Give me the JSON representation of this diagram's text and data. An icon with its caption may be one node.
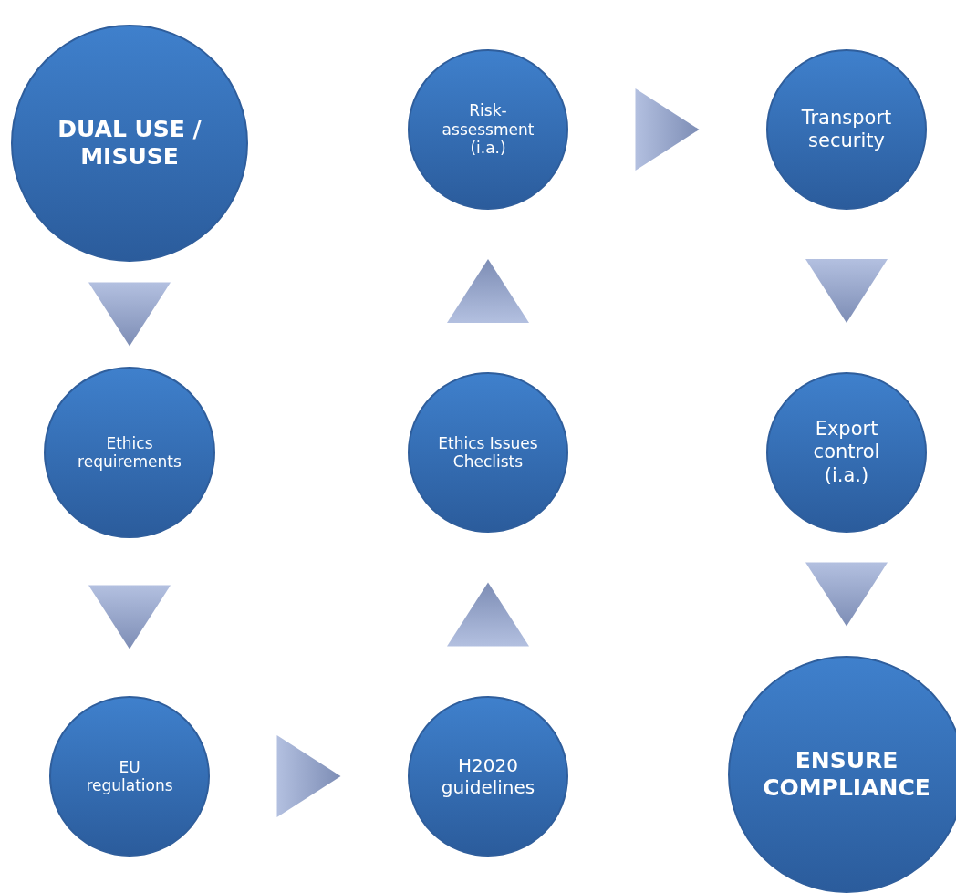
{
  "diagram": {
    "nodes": [
      {
        "text": [
          "DUAL USE / MISUSE"
        ]
      },
      {
        "text": [
          "Ethics requirements"
        ]
      },
      {
        "text": [
          "EU regulations"
        ]
      },
      {
        "text": [
          "H2020 guidelines"
        ]
      },
      {
        "text": [
          "Ethics Issues Checlists"
        ]
      },
      {
        "text": [
          "Risk-assessment (i.a.)"
        ]
      },
      {
        "text": [
          "Transport security"
        ]
      },
      {
        "text": [
          "Export control (i.a.)"
        ]
      },
      {
        "text": [
          "ENSURE COMPLIANCE"
        ]
      }
    ],
    "edges": [
      {
        "from": 0,
        "to": 1,
        "arrow": "to"
      },
      {
        "from": 1,
        "to": 2,
        "arrow": "to"
      },
      {
        "from": 2,
        "to": 3,
        "arrow": "to"
      },
      {
        "from": 3,
        "to": 4,
        "arrow": "to"
      },
      {
        "from": 4,
        "to": 5,
        "arrow": "to"
      },
      {
        "from": 5,
        "to": 6,
        "arrow": "to"
      },
      {
        "from": 6,
        "to": 7,
        "arrow": "to"
      },
      {
        "from": 7,
        "to": 8,
        "arrow": "to"
      }
    ]
  }
}
